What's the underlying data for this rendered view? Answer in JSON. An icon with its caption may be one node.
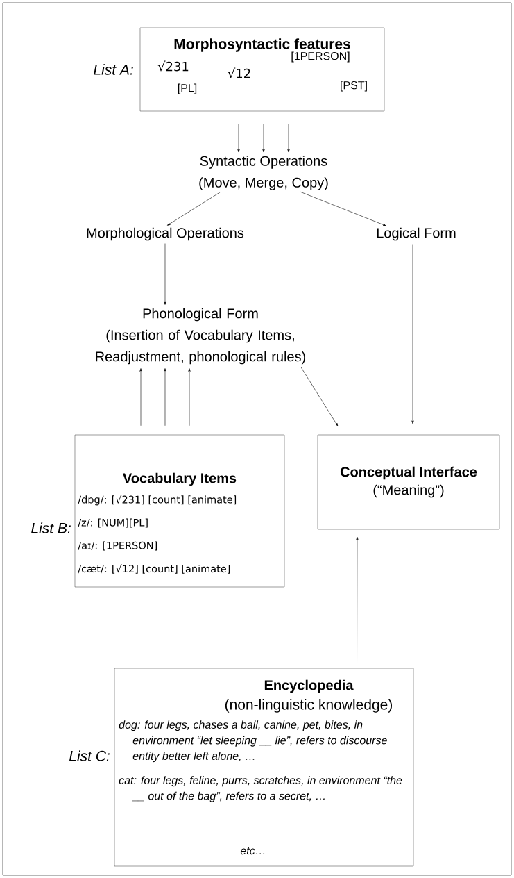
{
  "diagram": {
    "nodes": [
      {
        "text": [
          "Morphosyntactic features",
          "√231",
          "√12",
          "[1PERSON]",
          "[PL]",
          "[PST]"
        ],
        "beside": [
          "List A:"
        ]
      },
      {
        "text": [
          "Syntactic Operations",
          "(Move, Merge, Copy)"
        ]
      },
      {
        "text": [
          "Morphological Operations"
        ]
      },
      {
        "text": [
          "Logical Form"
        ]
      },
      {
        "text": [
          "Phonological Form",
          "(Insertion of Vocabulary Items, Readjustment, phonological rules)"
        ]
      },
      {
        "text": [
          "Vocabulary Items",
          "/dɒg/: [√231] [count] [animate]",
          "/z/: [NUM][PL]",
          "/aɪ/: [1PERSON]",
          "/cæt/: [√12] [count] [animate]"
        ],
        "beside": [
          "List B:"
        ]
      },
      {
        "text": [
          "Conceptual Interface",
          "(“Meaning”)"
        ]
      },
      {
        "text": [
          "Encyclopedia",
          "(non-linguistic knowledge)",
          "dog: four legs, chases a ball, canine, pet, bites, in environment “let sleeping __ lie”, refers to discourse entity better left alone, …",
          "cat: four legs, feline, purrs, scratches, in environment “the __ out of the bag”, refers to a secret, …",
          "etc…"
        ],
        "beside": [
          "List C:"
        ]
      }
    ],
    "edges": [
      {
        "from": 0,
        "to": 1,
        "arrow": "to"
      },
      {
        "from": 0,
        "to": 1,
        "arrow": "to"
      },
      {
        "from": 0,
        "to": 1,
        "arrow": "to"
      },
      {
        "from": 1,
        "to": 2,
        "arrow": "to"
      },
      {
        "from": 1,
        "to": 3,
        "arrow": "to"
      },
      {
        "from": 2,
        "to": 4,
        "arrow": "to"
      },
      {
        "from": 5,
        "to": 4,
        "arrow": "to"
      },
      {
        "from": 5,
        "to": 4,
        "arrow": "to"
      },
      {
        "from": 5,
        "to": 4,
        "arrow": "to"
      },
      {
        "from": 4,
        "to": 6,
        "arrow": "to"
      },
      {
        "from": 3,
        "to": 6,
        "arrow": "to"
      },
      {
        "from": 7,
        "to": 6,
        "arrow": "to"
      }
    ]
  }
}
